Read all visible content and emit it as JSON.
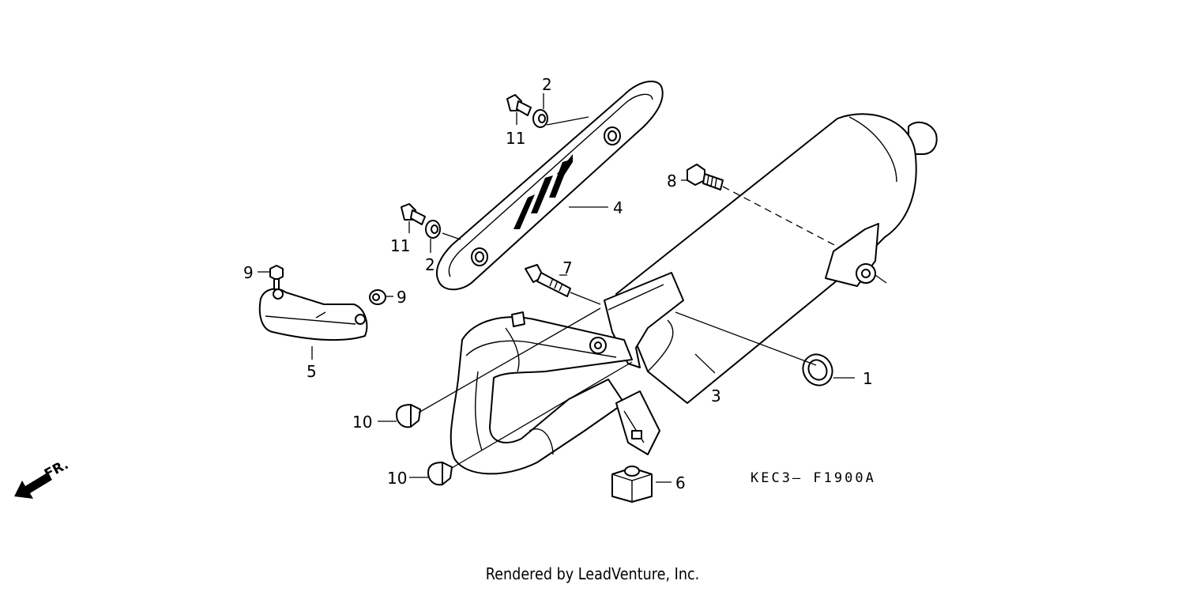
{
  "callouts": {
    "c1": "1",
    "c2a": "2",
    "c2b": "2",
    "c3": "3",
    "c4": "4",
    "c5": "5",
    "c6": "6",
    "c7": "7",
    "c8": "8",
    "c9a": "9",
    "c9b": "9",
    "c10a": "10",
    "c10b": "10",
    "c11a": "11",
    "c11b": "11"
  },
  "diagram_code": "KEC3— F1900A",
  "direction_label": "FR.",
  "footer": "Rendered by LeadVenture, Inc."
}
